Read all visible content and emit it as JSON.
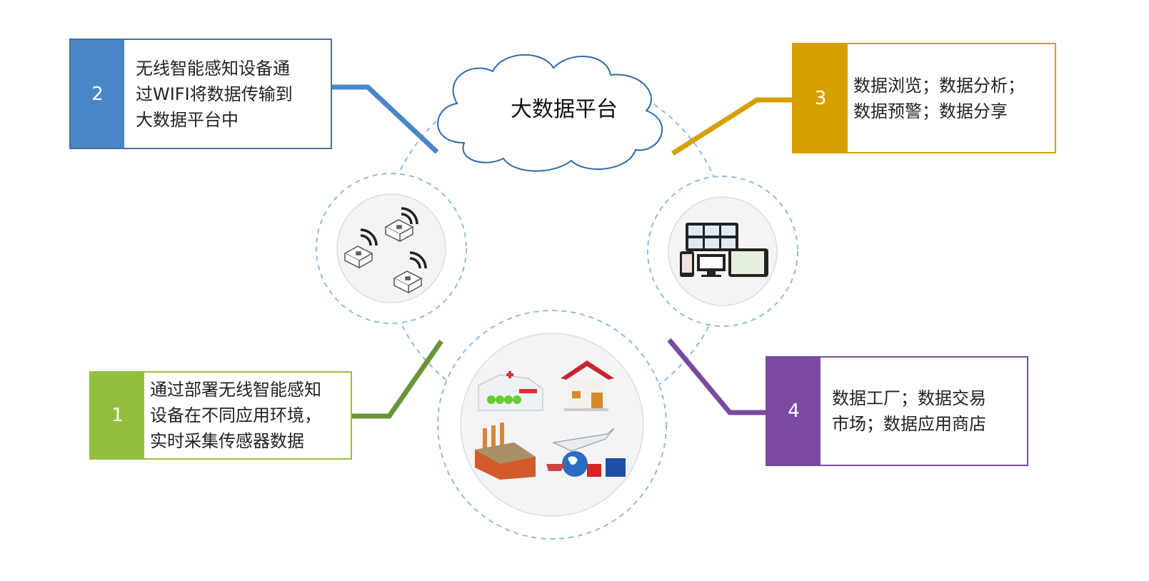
{
  "platform": {
    "label": "大数据平台"
  },
  "steps": [
    {
      "number": "1",
      "lines": [
        "通过部署无线智能感知",
        "设备在不同应用环境，",
        "实时采集传感器数据"
      ],
      "color": "#92c03e",
      "line_color": "#6a9436"
    },
    {
      "number": "2",
      "lines": [
        "无线智能感知设备通",
        "过WIFI将数据传输到",
        "大数据平台中"
      ],
      "color": "#4a86c6",
      "line_color": "#4a86c6"
    },
    {
      "number": "3",
      "lines": [
        "数据浏览；数据分析；",
        "数据预警；数据分享"
      ],
      "color": "#d6a000",
      "line_color": "#d6a000"
    },
    {
      "number": "4",
      "lines": [
        "数据工厂；数据交易",
        "市场；数据应用商店"
      ],
      "color": "#7a4aa0",
      "line_color": "#7a4aa0"
    }
  ],
  "icons": [
    "wifi-sensor-devices-icon",
    "monitoring-screens-icon",
    "application-scenarios-icon"
  ]
}
